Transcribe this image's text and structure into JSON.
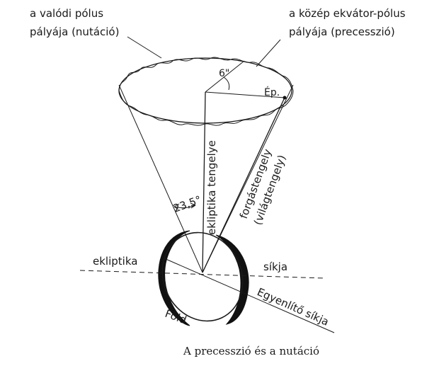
{
  "labels": {
    "true_pole_path_line1": "a valódi pólus",
    "true_pole_path_line2": "pályája (nutáció)",
    "mean_pole_path_line1": "a közép ekvátor-pólus",
    "mean_pole_path_line2": "pályája (precesszió)",
    "angle_small": "6\"",
    "ep": "Ép.",
    "ecliptic_axis": "ekliptika tengelye",
    "rotation_axis_line1": "forgástengely",
    "rotation_axis_line2": "(világtengely)",
    "tilt_angle": "23,5°",
    "ecliptic": "ekliptika",
    "plane": "síkja",
    "equator_plane": "Egyenlítő síkja",
    "earth": "Föld",
    "caption": "A precesszió és a nutáció"
  }
}
